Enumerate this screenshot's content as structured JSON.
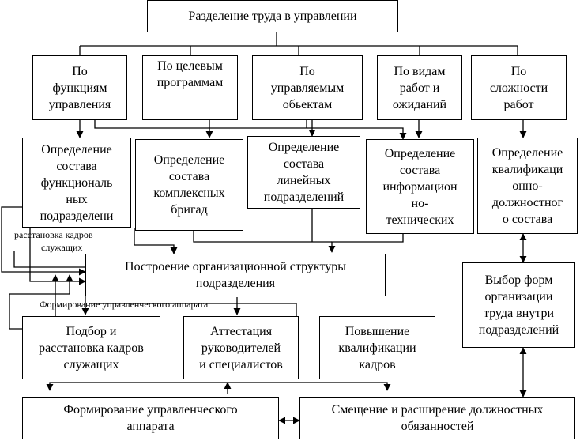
{
  "title": "Разделение труда в управлении",
  "criteria": [
    "По\nфункциям\nуправления",
    "По целевым\nпрограммам",
    "По\nуправляемым\nобьектам",
    "По видам\nработ и\nожиданий",
    "По\nсложности\nработ"
  ],
  "definitions": [
    "Определение\nсостава\nфункциональ\nных\nподразделени",
    "Определение\nсостава\nкомплексных\nбригад",
    "Определение\nсостава\nлинейных\nподразделений",
    "Определение\nсостава\nинформацион\nно-\nтехнических",
    "Определение\nквалификаци\nонно-\nдолжностног\nо состава"
  ],
  "structure": "Построение организационной структуры\nподразделения",
  "labor_forms": "Выбор форм\nорганизации\nтруда внутри\nподразделений",
  "activities": [
    "Подбор и\nрасстановка кадров\nслужащих",
    "Аттестация\nруководителей\nи специалистов",
    "Повышение\nквалификации\nкадров"
  ],
  "apparatus": "Формирование управленческого\nаппарата",
  "duties": "Смещение и расширение должностных\nобязанностей",
  "floating_labels": {
    "placement_line1": "расстановка кадров",
    "placement_line2": "служащих",
    "apparatus_echo": "Формирование управленческого аппарата"
  },
  "colors": {
    "ink": "#000000",
    "paper": "#ffffff"
  }
}
